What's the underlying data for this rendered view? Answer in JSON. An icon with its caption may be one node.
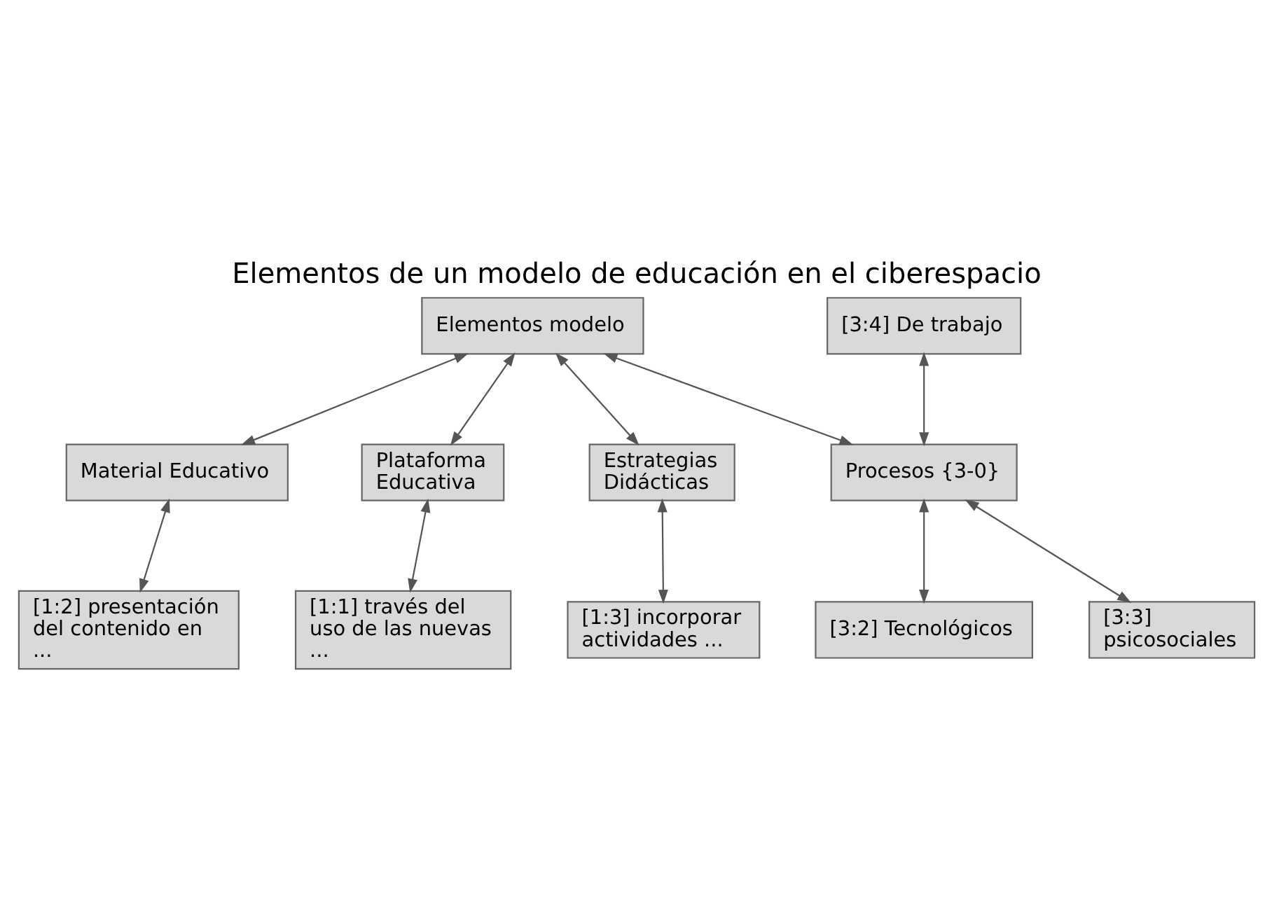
{
  "diagram": {
    "title": "Elementos de un modelo de educación en el ciberespacio",
    "nodes": [
      {
        "text": [
          "[1:2] presentación del contenido en ..."
        ]
      },
      {
        "text": [
          "[1:1] través del uso de las nuevas ..."
        ]
      },
      {
        "text": [
          "[1:3] incorporar actividades ..."
        ]
      },
      {
        "text": [
          "[3:2] Tecnológicos"
        ]
      },
      {
        "text": [
          "Plataforma Educativa"
        ]
      },
      {
        "text": [
          "Material Educativo"
        ]
      },
      {
        "text": [
          "Estrategias Didácticas"
        ]
      },
      {
        "text": [
          "[3:3] psicosociales"
        ]
      },
      {
        "text": [
          "Procesos {3-0}"
        ]
      },
      {
        "text": [
          "[3:4] De trabajo"
        ]
      },
      {
        "text": [
          "Elementos modelo"
        ]
      }
    ],
    "edges": [
      {
        "from": 1,
        "to": 4,
        "arrow": "both"
      },
      {
        "from": 0,
        "to": 5,
        "arrow": "both"
      },
      {
        "from": 2,
        "to": 6,
        "arrow": "both"
      },
      {
        "from": 3,
        "to": 8,
        "arrow": "both"
      },
      {
        "from": 7,
        "to": 8,
        "arrow": "both"
      },
      {
        "from": 4,
        "to": 10,
        "arrow": "both"
      },
      {
        "from": 5,
        "to": 10,
        "arrow": "both"
      },
      {
        "from": 6,
        "to": 10,
        "arrow": "both"
      },
      {
        "from": 8,
        "to": 10,
        "arrow": "both"
      },
      {
        "from": 8,
        "to": 9,
        "arrow": "both"
      }
    ]
  }
}
